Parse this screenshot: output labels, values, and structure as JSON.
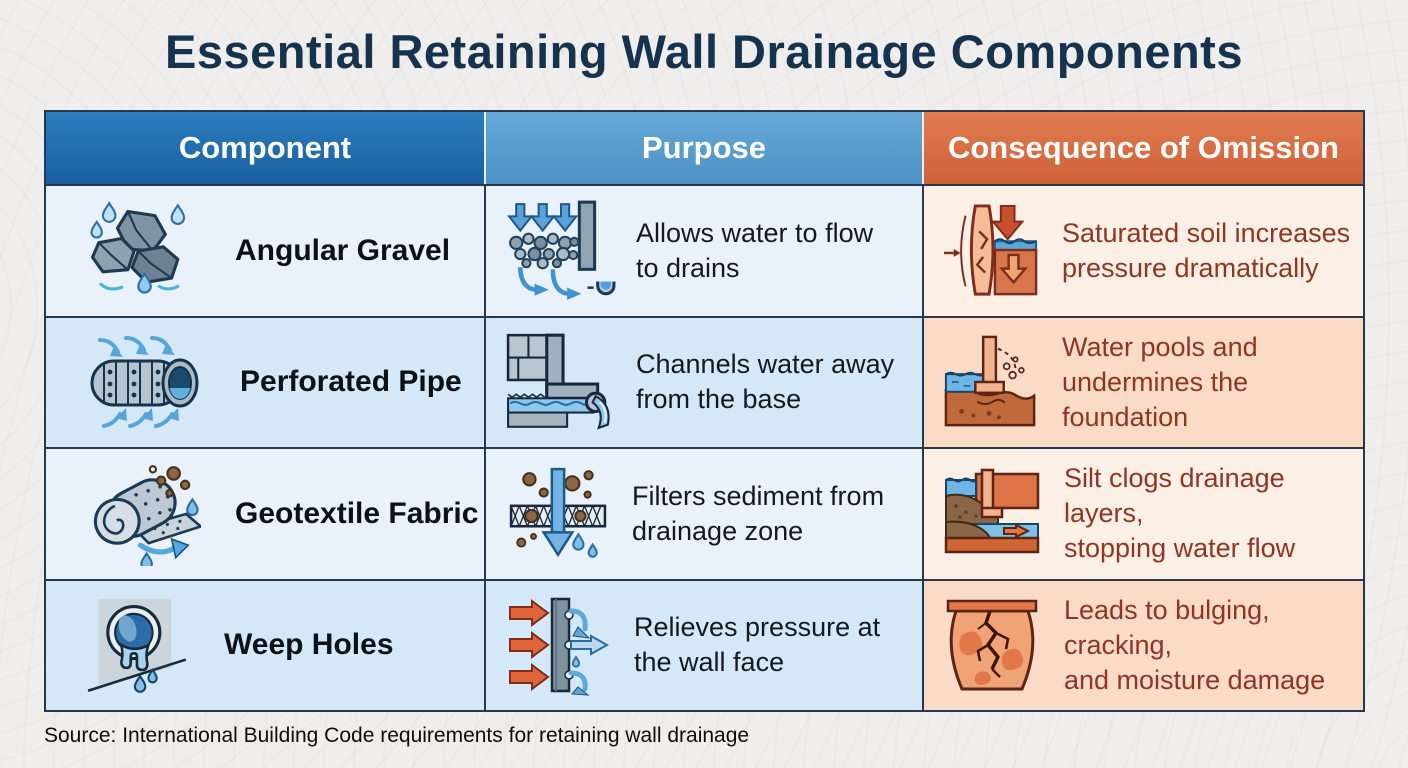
{
  "title": "Essential Retaining Wall Drainage Components",
  "source_note": "Source: International Building Code requirements for retaining wall drainage",
  "colors": {
    "header_component_bg": "#1e6cae",
    "header_purpose_bg": "#5b9fd0",
    "header_consequence_bg": "#d8714a",
    "row_blue_light": "#e9f2fa",
    "row_blue_dark": "#d4e8f7",
    "row_peach_light": "#fcefe6",
    "row_peach_dark": "#f9dbc8",
    "title_color": "#15324e",
    "consequence_text_color": "#8f3522",
    "table_border": "#25384d"
  },
  "table": {
    "headers": [
      {
        "id": "component",
        "label": "Component"
      },
      {
        "id": "purpose",
        "label": "Purpose"
      },
      {
        "id": "consequence",
        "label": "Consequence of Omission"
      }
    ],
    "rows": [
      {
        "component": {
          "label": "Angular Gravel",
          "icon": "angular-gravel-icon"
        },
        "purpose": {
          "text": "Allows water to flow\nto drains",
          "icon": "water-flow-to-drain-icon"
        },
        "consequence": {
          "text": "Saturated soil increases\npressure dramatically",
          "icon": "saturated-soil-pressure-icon"
        }
      },
      {
        "component": {
          "label": "Perforated Pipe",
          "icon": "perforated-pipe-icon"
        },
        "purpose": {
          "text": "Channels water away\nfrom the base",
          "icon": "water-channel-base-icon"
        },
        "consequence": {
          "text": "Water pools and\nundermines the foundation",
          "icon": "water-pooling-foundation-icon"
        }
      },
      {
        "component": {
          "label": "Geotextile Fabric",
          "icon": "geotextile-roll-icon"
        },
        "purpose": {
          "text": "Filters sediment from\ndrainage zone",
          "icon": "sediment-filter-icon"
        },
        "consequence": {
          "text": "Silt clogs drainage layers,\nstopping water flow",
          "icon": "silt-clog-icon"
        }
      },
      {
        "component": {
          "label": "Weep Holes",
          "icon": "weep-hole-icon"
        },
        "purpose": {
          "text": "Relieves pressure at\nthe wall face",
          "icon": "pressure-relief-wall-icon"
        },
        "consequence": {
          "text": "Leads to bulging, cracking,\nand moisture damage",
          "icon": "bulging-cracked-wall-icon"
        }
      }
    ]
  }
}
